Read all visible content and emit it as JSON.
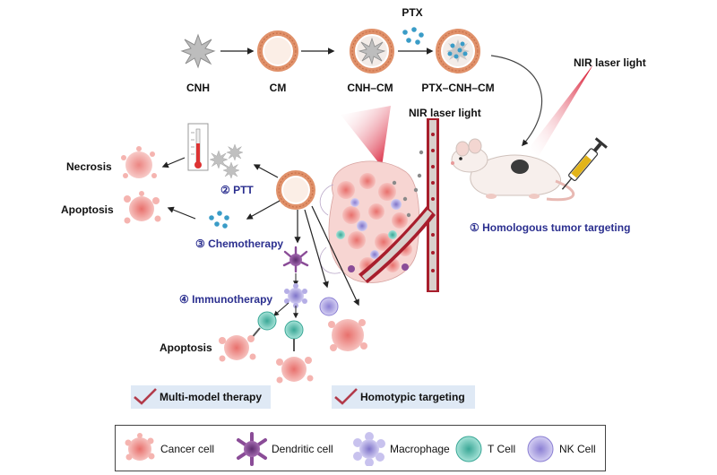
{
  "stages": {
    "cnh": "CNH",
    "cm": "CM",
    "cnh_cm": "CNH–CM",
    "ptx_cnh_cm": "PTX–CNH–CM",
    "ptx": "PTX"
  },
  "lasers": {
    "top_right": "NIR laser light",
    "center": "NIR laser light"
  },
  "outcomes": {
    "necrosis": "Necrosis",
    "apoptosis_top": "Apoptosis",
    "apoptosis_bottom": "Apoptosis"
  },
  "therapies": {
    "ptt": "② PTT",
    "chemo": "③ Chemotherapy",
    "immuno": "④ Immunotherapy",
    "targeting": "① Homologous tumor targeting"
  },
  "badges": {
    "multi": "Multi-model therapy",
    "homotypic": "Homotypic targeting"
  },
  "legend": {
    "cancer": "Cancer cell",
    "dendritic": "Dendritic cell",
    "macrophage": "Macrophage",
    "tcell": "T Cell",
    "nkcell": "NK Cell"
  },
  "colors": {
    "membrane": "#e0916a",
    "cancer": "#f2a3a0",
    "dendritic": "#8a4c97",
    "macrophage": "#b5aee6",
    "tcell": "#7fd3c4",
    "nkcell": "#b9b0e8",
    "laser": "#e6102a",
    "badge_bg": "#dfe9f5",
    "label_blue": "#2b2f8f"
  }
}
